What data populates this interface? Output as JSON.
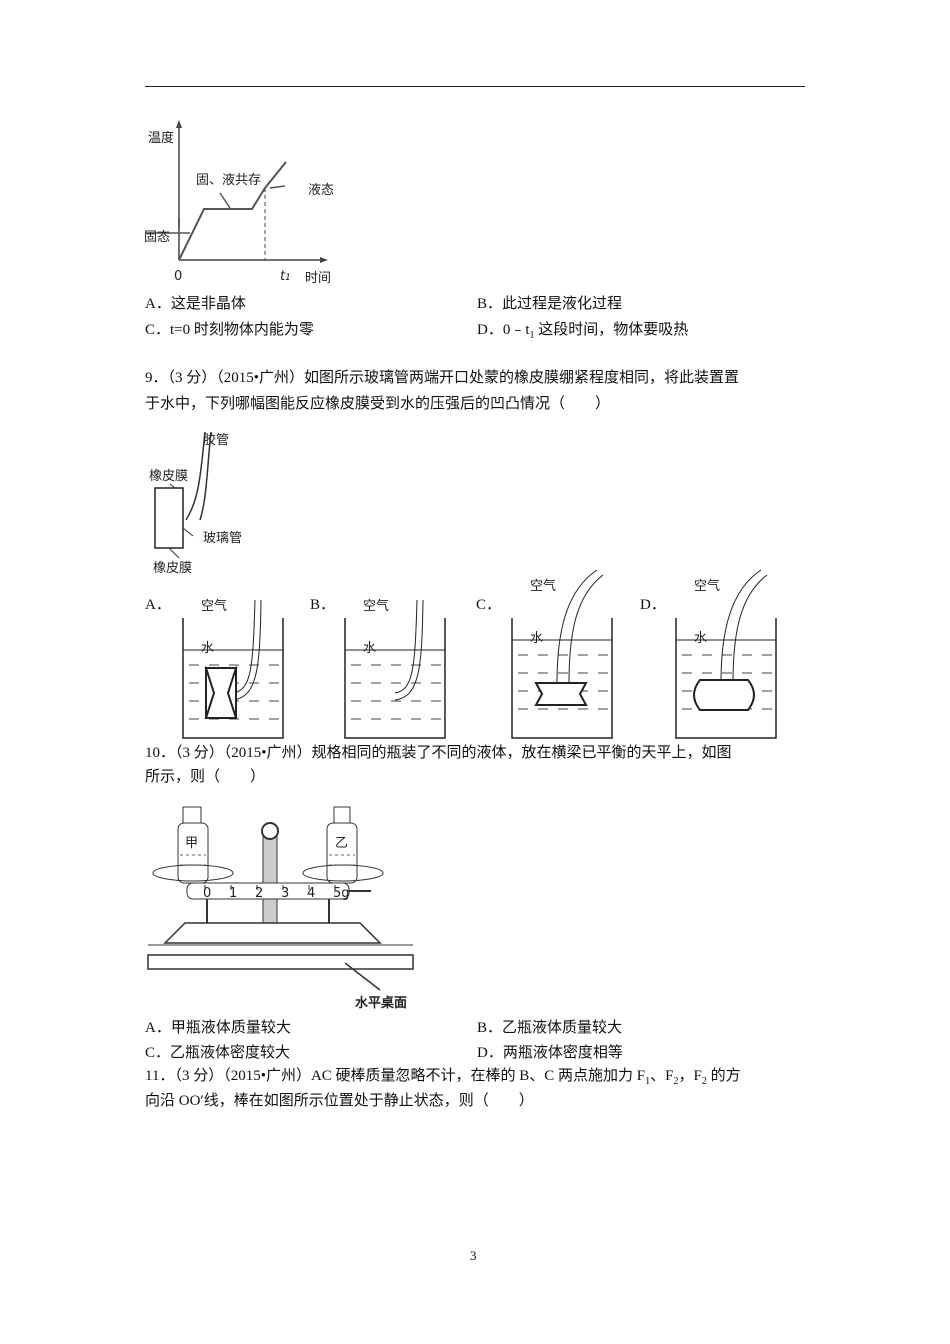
{
  "q8": {
    "figure": {
      "y_axis": "温度",
      "x_axis": "时间",
      "origin": "0",
      "t1": "t",
      "t1_sub": "1",
      "solid": "固态",
      "coexist": "固、液共存",
      "liquid": "液态"
    },
    "options": {
      "A": "A．这是非晶体",
      "B": "B．此过程是液化过程",
      "C": "C．t=0 时刻物体内能为零",
      "D_pre": "D．0﹣t",
      "D_sub": "1",
      "D_post": " 这段时间，物体要吸热"
    }
  },
  "q9": {
    "line1": "9．（3 分）（2015•广州）如图所示玻璃管两端开口处蒙的橡皮膜绷紧程度相同，将此装置置",
    "line2": "于水中，下列哪幅图能反应橡皮膜受到水的压强后的凹凸情况（　　）",
    "figure": {
      "hose": "胶管",
      "membrane_top": "橡皮膜",
      "glass_tube": "玻璃管",
      "membrane_bottom": "橡皮膜"
    },
    "choices": [
      {
        "label": "A．",
        "air": "空气",
        "water": "水"
      },
      {
        "label": "B．",
        "air": "空气",
        "water": "水"
      },
      {
        "label": "C．",
        "air": "空气",
        "water": "水"
      },
      {
        "label": "D．",
        "air": "空气",
        "water": "水"
      }
    ]
  },
  "q10": {
    "line1": "10．（3 分）（2015•广州）规格相同的瓶装了不同的液体，放在横梁已平衡的天平上，如图",
    "line2": "所示，则（　　）",
    "figure": {
      "bottle_left": "甲",
      "bottle_right": "乙",
      "scale_ticks": [
        "0",
        "1",
        "2",
        "3",
        "4",
        "5g"
      ],
      "table": "水平桌面"
    },
    "options": {
      "A": "A．甲瓶液体质量较大",
      "B": "B．乙瓶液体质量较大",
      "C": "C．乙瓶液体密度较大",
      "D": "D．两瓶液体密度相等"
    }
  },
  "q11": {
    "line1_pre": "11．（3 分）（2015•广州）AC 硬棒质量忽略不计，在棒的 B、C 两点施加力 F",
    "s1": "1",
    "mid": "、F",
    "s2": "2",
    "mid2": "，F",
    "s3": "2",
    "line1_post": " 的方",
    "line2": "向沿 OO′线，棒在如图所示位置处于静止状态，则（　　）"
  },
  "page_number": "3"
}
